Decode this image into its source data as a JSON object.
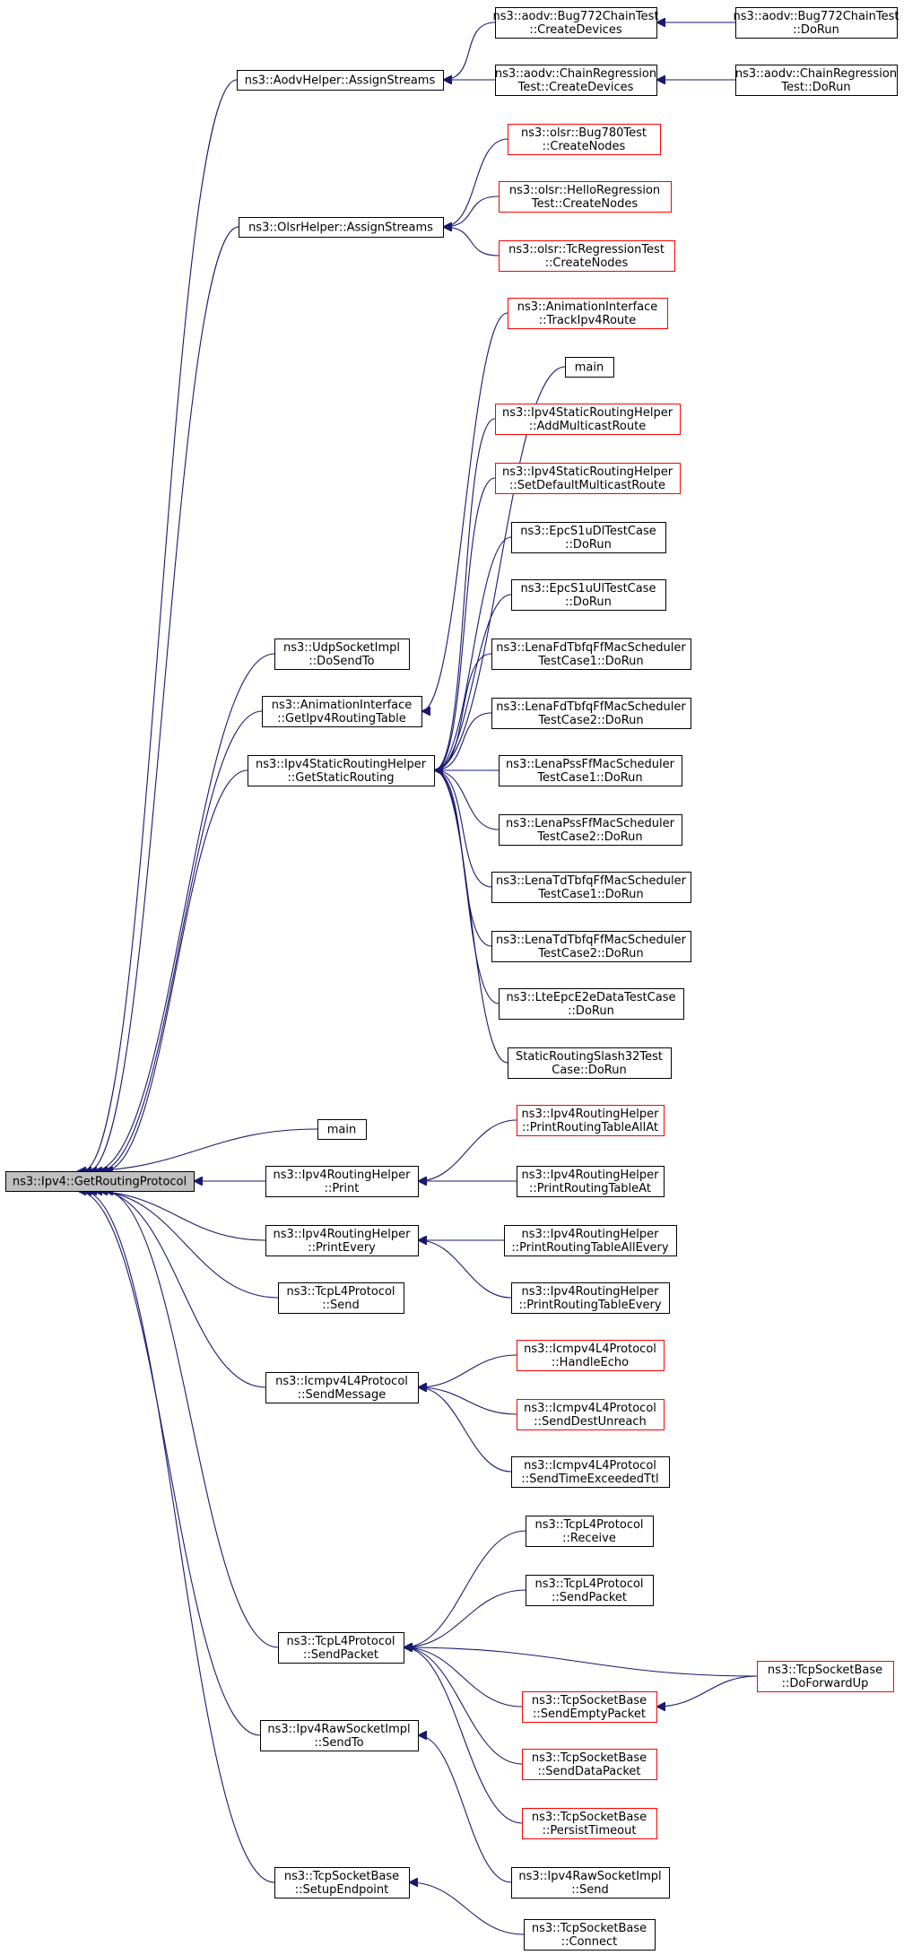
{
  "nodes": [
    {
      "id": "root",
      "lines": [
        "ns3::Ipv4::GetRoutingProtocol"
      ],
      "style": "root"
    },
    {
      "id": "aodvAssign",
      "lines": [
        "ns3::AodvHelper::AssignStreams"
      ],
      "style": "black"
    },
    {
      "id": "aodvBugCreate",
      "lines": [
        "ns3::aodv::Bug772ChainTest",
        "::CreateDevices"
      ],
      "style": "black"
    },
    {
      "id": "aodvBugRun",
      "lines": [
        "ns3::aodv::Bug772ChainTest",
        "::DoRun"
      ],
      "style": "black"
    },
    {
      "id": "aodvChainCreate",
      "lines": [
        "ns3::aodv::ChainRegression",
        "Test::CreateDevices"
      ],
      "style": "black"
    },
    {
      "id": "aodvChainRun",
      "lines": [
        "ns3::aodv::ChainRegression",
        "Test::DoRun"
      ],
      "style": "black"
    },
    {
      "id": "olsrAssign",
      "lines": [
        "ns3::OlsrHelper::AssignStreams"
      ],
      "style": "black"
    },
    {
      "id": "olsrBug780",
      "lines": [
        "ns3::olsr::Bug780Test",
        "::CreateNodes"
      ],
      "style": "red"
    },
    {
      "id": "olsrHello",
      "lines": [
        "ns3::olsr::HelloRegression",
        "Test::CreateNodes"
      ],
      "style": "red"
    },
    {
      "id": "olsrTc",
      "lines": [
        "ns3::olsr::TcRegressionTest",
        "::CreateNodes"
      ],
      "style": "red"
    },
    {
      "id": "animTrack",
      "lines": [
        "ns3::AnimationInterface",
        "::TrackIpv4Route"
      ],
      "style": "red"
    },
    {
      "id": "mainA",
      "lines": [
        "main"
      ],
      "style": "black"
    },
    {
      "id": "ipv4AddMc",
      "lines": [
        "ns3::Ipv4StaticRoutingHelper",
        "::AddMulticastRoute"
      ],
      "style": "red"
    },
    {
      "id": "ipv4SetDef",
      "lines": [
        "ns3::Ipv4StaticRoutingHelper",
        "::SetDefaultMulticastRoute"
      ],
      "style": "red"
    },
    {
      "id": "epcDl",
      "lines": [
        "ns3::EpcS1uDlTestCase",
        "::DoRun"
      ],
      "style": "black"
    },
    {
      "id": "epcUl",
      "lines": [
        "ns3::EpcS1uUlTestCase",
        "::DoRun"
      ],
      "style": "black"
    },
    {
      "id": "lenaFdTb1",
      "lines": [
        "ns3::LenaFdTbfqFfMacScheduler",
        "TestCase1::DoRun"
      ],
      "style": "black"
    },
    {
      "id": "lenaFdTb2",
      "lines": [
        "ns3::LenaFdTbfqFfMacScheduler",
        "TestCase2::DoRun"
      ],
      "style": "black"
    },
    {
      "id": "lenaPss1",
      "lines": [
        "ns3::LenaPssFfMacScheduler",
        "TestCase1::DoRun"
      ],
      "style": "black"
    },
    {
      "id": "lenaPss2",
      "lines": [
        "ns3::LenaPssFfMacScheduler",
        "TestCase2::DoRun"
      ],
      "style": "black"
    },
    {
      "id": "lenaTdTb1",
      "lines": [
        "ns3::LenaTdTbfqFfMacScheduler",
        "TestCase1::DoRun"
      ],
      "style": "black"
    },
    {
      "id": "lenaTdTb2",
      "lines": [
        "ns3::LenaTdTbfqFfMacScheduler",
        "TestCase2::DoRun"
      ],
      "style": "black"
    },
    {
      "id": "lteEpc",
      "lines": [
        "ns3::LteEpcE2eDataTestCase",
        "::DoRun"
      ],
      "style": "black"
    },
    {
      "id": "staticSlash",
      "lines": [
        "StaticRoutingSlash32Test",
        "Case::DoRun"
      ],
      "style": "black"
    },
    {
      "id": "udpSend",
      "lines": [
        "ns3::UdpSocketImpl",
        "::DoSendTo"
      ],
      "style": "black"
    },
    {
      "id": "animGetTable",
      "lines": [
        "ns3::AnimationInterface",
        "::GetIpv4RoutingTable"
      ],
      "style": "black"
    },
    {
      "id": "getStatic",
      "lines": [
        "ns3::Ipv4StaticRoutingHelper",
        "::GetStaticRouting"
      ],
      "style": "black"
    },
    {
      "id": "mainB",
      "lines": [
        "main"
      ],
      "style": "black"
    },
    {
      "id": "rhPrint",
      "lines": [
        "ns3::Ipv4RoutingHelper",
        "::Print"
      ],
      "style": "black"
    },
    {
      "id": "rhPrintAllAt",
      "lines": [
        "ns3::Ipv4RoutingHelper",
        "::PrintRoutingTableAllAt"
      ],
      "style": "red"
    },
    {
      "id": "rhPrintAt",
      "lines": [
        "ns3::Ipv4RoutingHelper",
        "::PrintRoutingTableAt"
      ],
      "style": "black"
    },
    {
      "id": "rhPrintEvery",
      "lines": [
        "ns3::Ipv4RoutingHelper",
        "::PrintEvery"
      ],
      "style": "black"
    },
    {
      "id": "rhPrintAllEvery",
      "lines": [
        "ns3::Ipv4RoutingHelper",
        "::PrintRoutingTableAllEvery"
      ],
      "style": "black"
    },
    {
      "id": "rhPrintTblEvery",
      "lines": [
        "ns3::Ipv4RoutingHelper",
        "::PrintRoutingTableEvery"
      ],
      "style": "black"
    },
    {
      "id": "tcpSend",
      "lines": [
        "ns3::TcpL4Protocol",
        "::Send"
      ],
      "style": "black"
    },
    {
      "id": "icmpSendMsg",
      "lines": [
        "ns3::Icmpv4L4Protocol",
        "::SendMessage"
      ],
      "style": "black"
    },
    {
      "id": "icmpEcho",
      "lines": [
        "ns3::Icmpv4L4Protocol",
        "::HandleEcho"
      ],
      "style": "red"
    },
    {
      "id": "icmpDest",
      "lines": [
        "ns3::Icmpv4L4Protocol",
        "::SendDestUnreach"
      ],
      "style": "red"
    },
    {
      "id": "icmpTtl",
      "lines": [
        "ns3::Icmpv4L4Protocol",
        "::SendTimeExceededTtl"
      ],
      "style": "black"
    },
    {
      "id": "tcpRecv",
      "lines": [
        "ns3::TcpL4Protocol",
        "::Receive"
      ],
      "style": "black"
    },
    {
      "id": "tcpSendPkt2",
      "lines": [
        "ns3::TcpL4Protocol",
        "::SendPacket"
      ],
      "style": "black"
    },
    {
      "id": "tcpSendPkt",
      "lines": [
        "ns3::TcpL4Protocol",
        "::SendPacket"
      ],
      "style": "black"
    },
    {
      "id": "sockFwdUp",
      "lines": [
        "ns3::TcpSocketBase",
        "::DoForwardUp"
      ],
      "style": "red"
    },
    {
      "id": "sockEmpty",
      "lines": [
        "ns3::TcpSocketBase",
        "::SendEmptyPacket"
      ],
      "style": "red"
    },
    {
      "id": "sockData",
      "lines": [
        "ns3::TcpSocketBase",
        "::SendDataPacket"
      ],
      "style": "red"
    },
    {
      "id": "sockPersist",
      "lines": [
        "ns3::TcpSocketBase",
        "::PersistTimeout"
      ],
      "style": "red"
    },
    {
      "id": "rawSendTo",
      "lines": [
        "ns3::Ipv4RawSocketImpl",
        "::SendTo"
      ],
      "style": "black"
    },
    {
      "id": "rawSend",
      "lines": [
        "ns3::Ipv4RawSocketImpl",
        "::Send"
      ],
      "style": "black"
    },
    {
      "id": "sockSetup",
      "lines": [
        "ns3::TcpSocketBase",
        "::SetupEndpoint"
      ],
      "style": "black"
    },
    {
      "id": "sockConnect",
      "lines": [
        "ns3::TcpSocketBase",
        "::Connect"
      ],
      "style": "black"
    }
  ],
  "edges": [
    {
      "from": "aodvBugCreate",
      "to": "aodvAssign"
    },
    {
      "from": "aodvChainCreate",
      "to": "aodvAssign"
    },
    {
      "from": "aodvBugRun",
      "to": "aodvBugCreate"
    },
    {
      "from": "aodvChainRun",
      "to": "aodvChainCreate"
    },
    {
      "from": "olsrBug780",
      "to": "olsrAssign"
    },
    {
      "from": "olsrHello",
      "to": "olsrAssign"
    },
    {
      "from": "olsrTc",
      "to": "olsrAssign"
    },
    {
      "from": "animTrack",
      "to": "animGetTable"
    },
    {
      "from": "mainA",
      "to": "getStatic"
    },
    {
      "from": "ipv4AddMc",
      "to": "getStatic"
    },
    {
      "from": "ipv4SetDef",
      "to": "getStatic"
    },
    {
      "from": "epcDl",
      "to": "getStatic"
    },
    {
      "from": "epcUl",
      "to": "getStatic"
    },
    {
      "from": "lenaFdTb1",
      "to": "getStatic"
    },
    {
      "from": "lenaFdTb2",
      "to": "getStatic"
    },
    {
      "from": "lenaPss1",
      "to": "getStatic"
    },
    {
      "from": "lenaPss2",
      "to": "getStatic"
    },
    {
      "from": "lenaTdTb1",
      "to": "getStatic"
    },
    {
      "from": "lenaTdTb2",
      "to": "getStatic"
    },
    {
      "from": "lteEpc",
      "to": "getStatic"
    },
    {
      "from": "staticSlash",
      "to": "getStatic"
    },
    {
      "from": "rhPrintAllAt",
      "to": "rhPrint"
    },
    {
      "from": "rhPrintAt",
      "to": "rhPrint"
    },
    {
      "from": "rhPrintAllEvery",
      "to": "rhPrintEvery"
    },
    {
      "from": "rhPrintTblEvery",
      "to": "rhPrintEvery"
    },
    {
      "from": "icmpEcho",
      "to": "icmpSendMsg"
    },
    {
      "from": "icmpDest",
      "to": "icmpSendMsg"
    },
    {
      "from": "icmpTtl",
      "to": "icmpSendMsg"
    },
    {
      "from": "tcpRecv",
      "to": "tcpSendPkt"
    },
    {
      "from": "tcpSendPkt2",
      "to": "tcpSendPkt"
    },
    {
      "from": "sockFwdUp",
      "to": "tcpSendPkt"
    },
    {
      "from": "sockEmpty",
      "to": "tcpSendPkt"
    },
    {
      "from": "sockData",
      "to": "tcpSendPkt"
    },
    {
      "from": "sockPersist",
      "to": "tcpSendPkt"
    },
    {
      "from": "sockFwdUp",
      "to": "sockEmpty"
    },
    {
      "from": "rawSend",
      "to": "rawSendTo"
    },
    {
      "from": "sockConnect",
      "to": "sockSetup"
    },
    {
      "from": "aodvAssign",
      "to": "root"
    },
    {
      "from": "olsrAssign",
      "to": "root"
    },
    {
      "from": "udpSend",
      "to": "root"
    },
    {
      "from": "animGetTable",
      "to": "root"
    },
    {
      "from": "getStatic",
      "to": "root"
    },
    {
      "from": "mainB",
      "to": "root"
    },
    {
      "from": "rhPrint",
      "to": "root"
    },
    {
      "from": "rhPrintEvery",
      "to": "root"
    },
    {
      "from": "tcpSend",
      "to": "root"
    },
    {
      "from": "icmpSendMsg",
      "to": "root"
    },
    {
      "from": "tcpSendPkt",
      "to": "root"
    },
    {
      "from": "rawSendTo",
      "to": "root"
    },
    {
      "from": "sockSetup",
      "to": "root"
    }
  ],
  "colors": {
    "edge": "#191970",
    "node_border": "#000000",
    "node_border_red": "#ff0000",
    "root_fill": "#bfbfbf"
  }
}
